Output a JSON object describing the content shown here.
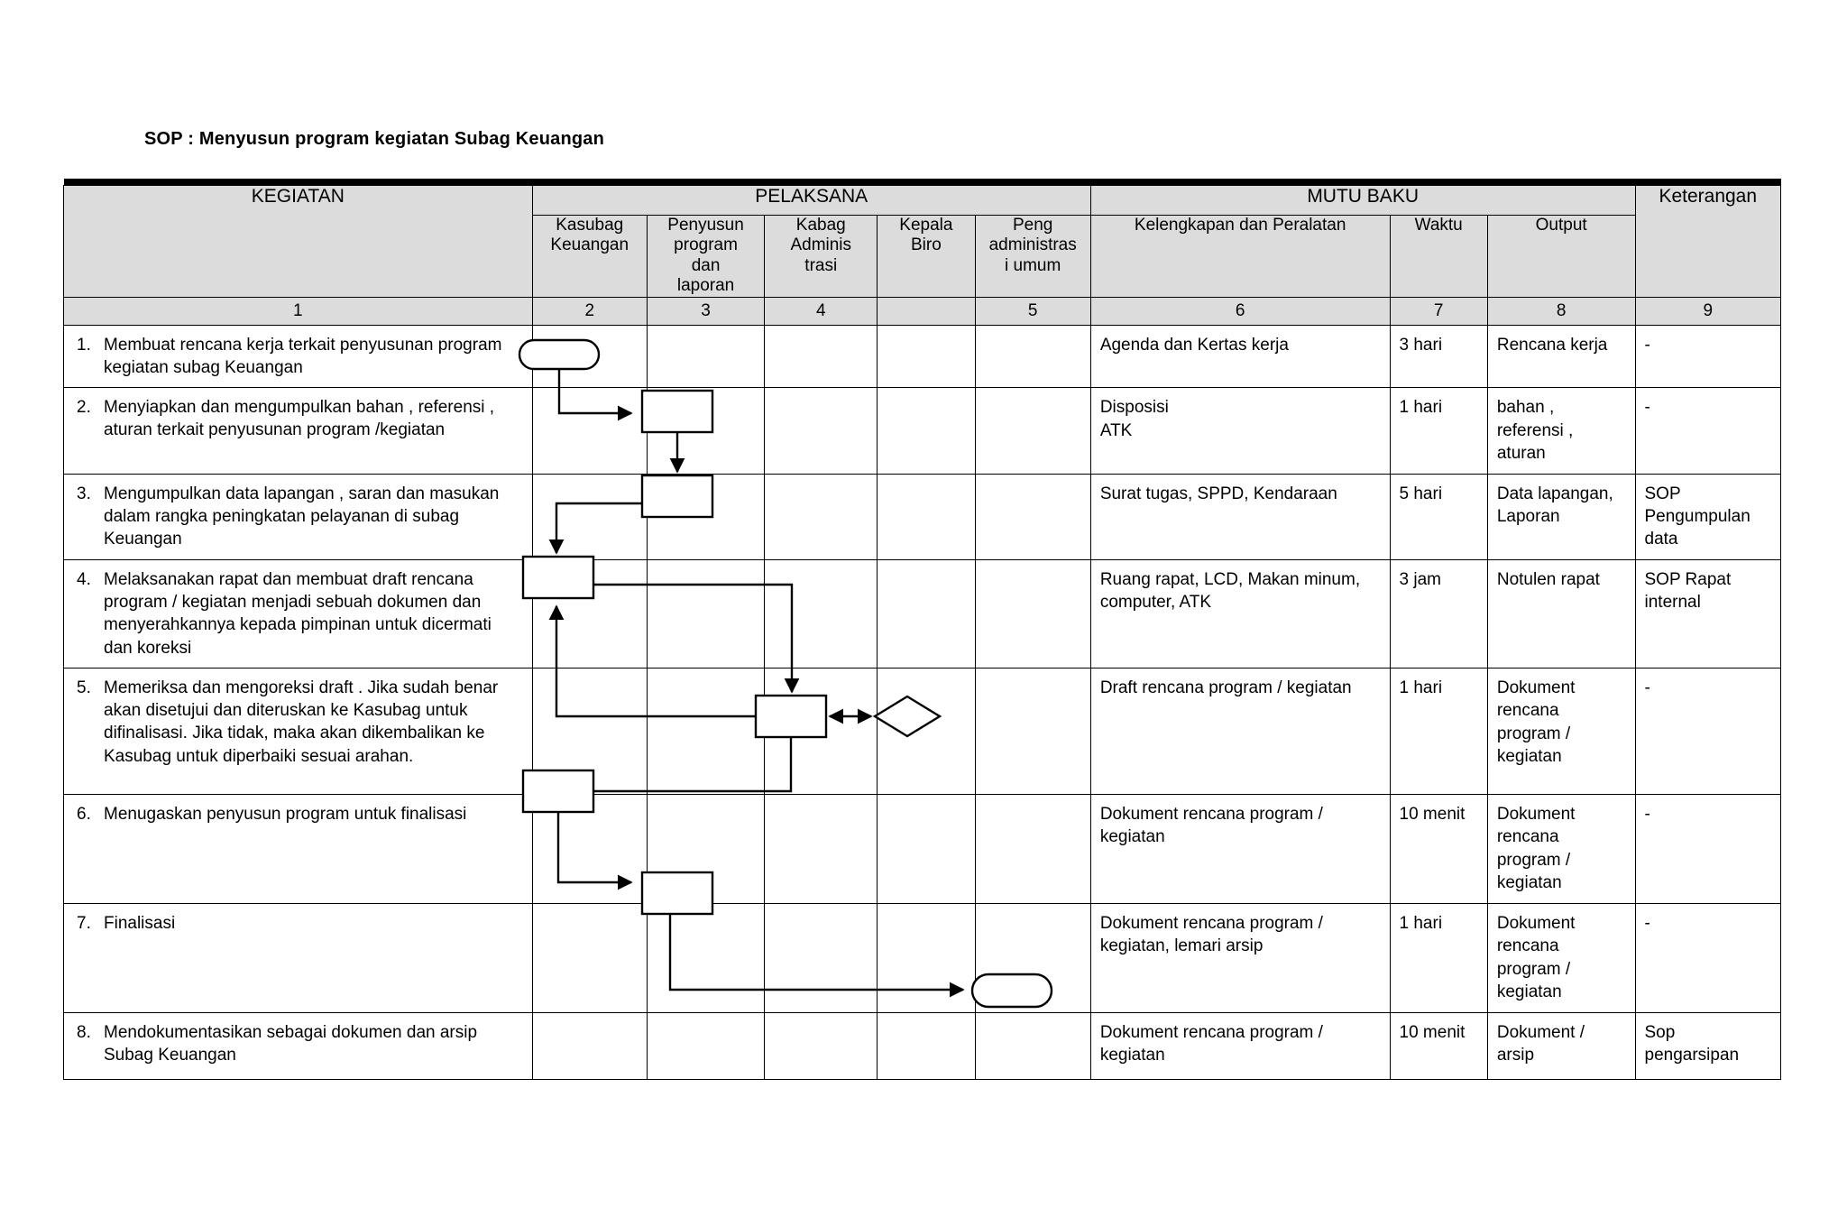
{
  "document": {
    "title": "SOP : Menyusun program kegiatan Subag Keuangan"
  },
  "table": {
    "group_headers": {
      "kegiatan": "KEGIATAN",
      "pelaksana": "PELAKSANA",
      "mutu_baku": "MUTU BAKU",
      "keterangan": "Keterangan"
    },
    "pelaksana_columns": [
      {
        "label": "Kasubag\nKeuangan",
        "number": "2"
      },
      {
        "label": "Penyusun\nprogram\ndan\nlaporan",
        "number": "3"
      },
      {
        "label": "Kabag\nAdminis\ntrasi",
        "number": "4"
      },
      {
        "label": "Kepala\nBiro",
        "number": ""
      },
      {
        "label": "Peng\nadministras\ni umum",
        "number": "5"
      }
    ],
    "mutu_baku_columns": [
      {
        "label": "Kelengkapan dan Peralatan",
        "number": "6"
      },
      {
        "label": "Waktu",
        "number": "7"
      },
      {
        "label": "Output",
        "number": "8"
      }
    ],
    "kegiatan_number": "1",
    "keterangan_number": "9",
    "rows": [
      {
        "num": "1.",
        "activity": "Membuat rencana kerja terkait penyusunan program kegiatan subag Keuangan",
        "kelengkapan": "Agenda dan Kertas kerja",
        "waktu": "3 hari",
        "output": "Rencana kerja",
        "keterangan": "-"
      },
      {
        "num": "2.",
        "activity": "Menyiapkan dan mengumpulkan bahan , referensi , aturan terkait penyusunan program /kegiatan",
        "kelengkapan": "Disposisi\nATK",
        "waktu": "1 hari",
        "output": "bahan ,\nreferensi ,\naturan",
        "keterangan": "-"
      },
      {
        "num": "3.",
        "activity": "Mengumpulkan  data lapangan , saran dan masukan dalam rangka peningkatan pelayanan di subag Keuangan",
        "kelengkapan": "Surat tugas, SPPD, Kendaraan",
        "waktu": "5 hari",
        "output": "Data lapangan, Laporan",
        "keterangan": "SOP Pengumpulan data"
      },
      {
        "num": "4.",
        "activity": "Melaksanakan rapat  dan membuat  draft rencana program / kegiatan  menjadi sebuah dokumen dan menyerahkannya kepada pimpinan untuk dicermati dan koreksi",
        "kelengkapan": "Ruang rapat, LCD, Makan minum, computer, ATK",
        "waktu": "3  jam",
        "output": "Notulen rapat",
        "keterangan": "SOP Rapat internal"
      },
      {
        "num": "5.",
        "activity": "Memeriksa dan mengoreksi draft . Jika sudah benar akan disetujui dan diteruskan ke Kasubag untuk difinalisasi. Jika tidak, maka akan dikembalikan ke Kasubag untuk diperbaiki sesuai arahan.",
        "kelengkapan": "Draft rencana program / kegiatan",
        "waktu": "1 hari",
        "output": "Dokument rencana program / kegiatan",
        "keterangan": "-"
      },
      {
        "num": "6.",
        "activity": "Menugaskan penyusun program untuk finalisasi",
        "kelengkapan": "Dokument rencana program / kegiatan",
        "waktu": "10 menit",
        "output": "Dokument rencana program / kegiatan",
        "keterangan": "-"
      },
      {
        "num": "7.",
        "activity": "Finalisasi",
        "kelengkapan": "Dokument rencana program / kegiatan, lemari arsip",
        "waktu": "1 hari",
        "output": "Dokument rencana program / kegiatan",
        "keterangan": "-"
      },
      {
        "num": "8.",
        "activity": "Mendokumentasikan sebagai dokumen dan arsip Subag Keuangan",
        "kelengkapan": "Dokument rencana program / kegiatan",
        "waktu": "10 menit",
        "output": "Dokument / arsip",
        "keterangan": "Sop pengarsipan"
      }
    ]
  },
  "flowchart": {
    "shapes": [
      {
        "name": "terminator-start",
        "type": "terminator",
        "row": 1,
        "lane": "kasubag-keuangan"
      },
      {
        "name": "process-row2",
        "type": "process",
        "row": 2,
        "lane": "penyusun-program"
      },
      {
        "name": "process-row3",
        "type": "process",
        "row": 3,
        "lane": "penyusun-program"
      },
      {
        "name": "process-row4",
        "type": "process",
        "row": 4,
        "lane": "kasubag-keuangan"
      },
      {
        "name": "process-row5",
        "type": "process",
        "row": 5,
        "lane": "kabag-administrasi"
      },
      {
        "name": "decision-row5",
        "type": "decision",
        "row": 5,
        "lane": "kepala-biro"
      },
      {
        "name": "process-row6",
        "type": "process",
        "row": 6,
        "lane": "kasubag-keuangan"
      },
      {
        "name": "process-row7",
        "type": "process",
        "row": 7,
        "lane": "penyusun-program"
      },
      {
        "name": "terminator-end",
        "type": "terminator",
        "row": 8,
        "lane": "peng-administrasi-umum"
      }
    ],
    "colors": {
      "stroke": "#000000",
      "header_fill": "#dcdcdc"
    }
  }
}
